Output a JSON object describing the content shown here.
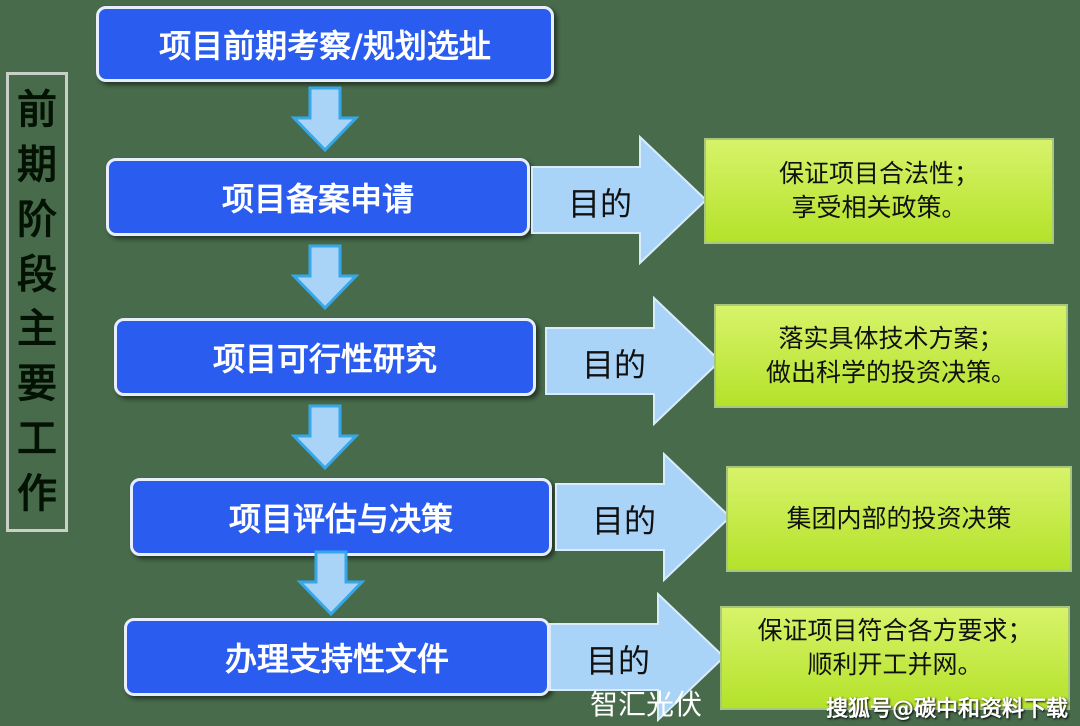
{
  "side_title": [
    "前",
    "期",
    "阶",
    "段",
    "主",
    "要",
    "工",
    "作"
  ],
  "steps": [
    "项目前期考察/规划选址",
    "项目备案申请",
    "项目可行性研究",
    "项目评估与决策",
    "办理支持性文件"
  ],
  "purpose_label": "目的",
  "goals": [
    {
      "line1": "保证项目合法性；",
      "line2": "享受相关政策。"
    },
    {
      "line1": "落实具体技术方案；",
      "line2": "做出科学的投资决策。"
    },
    {
      "line1": "集团内部的投资决策",
      "line2": ""
    },
    {
      "line1": "保证项目符合各方要求；",
      "line2": "顺利开工并网。"
    }
  ],
  "watermark": {
    "account": "智汇光伏",
    "source": "搜狐号@碳中和资料下载"
  }
}
